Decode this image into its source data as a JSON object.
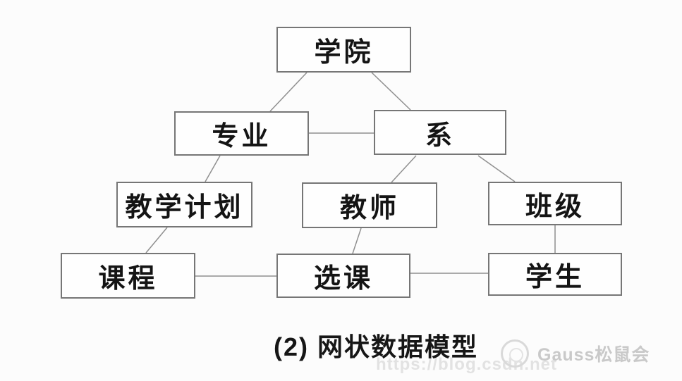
{
  "colors": {
    "background": "#fcfcfc",
    "box_border": "#767676",
    "box_fill": "#fefefe",
    "line": "#8f8f8f",
    "text": "#141414",
    "watermark_brand": "#c9c9c9",
    "watermark_url": "#e2e2e2"
  },
  "diagram": {
    "nodes": [
      {
        "id": "xueyuan",
        "label": "学院"
      },
      {
        "id": "zhuanye",
        "label": "专业"
      },
      {
        "id": "xi",
        "label": "系"
      },
      {
        "id": "jiaoxuejihua",
        "label": "教学计划"
      },
      {
        "id": "jiaoshi",
        "label": "教师"
      },
      {
        "id": "banji",
        "label": "班级"
      },
      {
        "id": "kecheng",
        "label": "课程"
      },
      {
        "id": "xuanke",
        "label": "选课"
      },
      {
        "id": "xuesheng",
        "label": "学生"
      }
    ],
    "edges": [
      {
        "from": "xueyuan",
        "to": "zhuanye"
      },
      {
        "from": "xueyuan",
        "to": "xi"
      },
      {
        "from": "zhuanye",
        "to": "xi"
      },
      {
        "from": "zhuanye",
        "to": "jiaoxuejihua"
      },
      {
        "from": "xi",
        "to": "jiaoshi"
      },
      {
        "from": "xi",
        "to": "banji"
      },
      {
        "from": "jiaoxuejihua",
        "to": "kecheng"
      },
      {
        "from": "jiaoshi",
        "to": "xuanke"
      },
      {
        "from": "kecheng",
        "to": "xuanke"
      },
      {
        "from": "xuanke",
        "to": "xuesheng"
      },
      {
        "from": "banji",
        "to": "xuesheng"
      }
    ]
  },
  "caption": "(2) 网状数据模型",
  "watermark": {
    "brand": "Gauss松鼠会",
    "url": "https://blog.csdn.net"
  }
}
